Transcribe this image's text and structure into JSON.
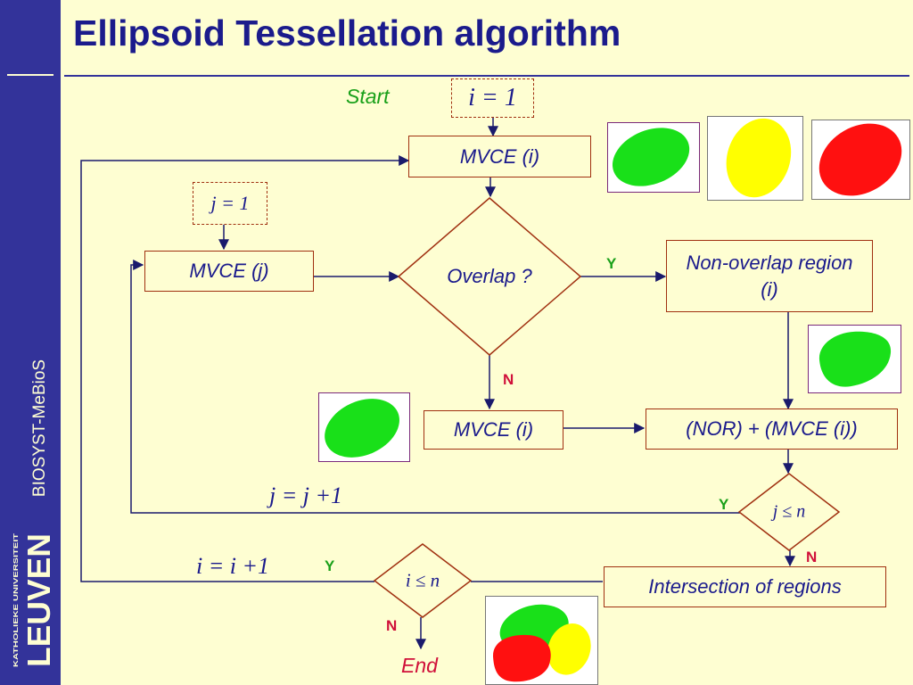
{
  "title": "Ellipsoid Tessellation algorithm",
  "sidebar": {
    "vertical_text": "BIOSYST-MeBioS",
    "logo_text": "LEUVEN",
    "logo_subtext": "KATHOLIEKE UNIVERSITEIT"
  },
  "flow": {
    "start_label": "Start",
    "end_label": "End",
    "init_i": "i = 1",
    "init_j": "j = 1",
    "mvce_i_top": "MVCE (i)",
    "mvce_j": "MVCE (j)",
    "overlap": "Overlap ?",
    "non_overlap": "Non-overlap region (i)",
    "mvce_i_mid": "MVCE (i)",
    "nor_mvce": "(NOR) + (MVCE (i))",
    "j_cond": "j ≤ n",
    "i_cond": "i ≤ n",
    "j_inc": "j = j +1",
    "i_inc": "i = i +1",
    "intersection": "Intersection of regions",
    "y": "Y",
    "n": "N"
  },
  "colors": {
    "sidebar": "#33339a",
    "background": "#fefed2",
    "title": "#1b1b8c",
    "green": "#19a019",
    "red": "#d0103a"
  },
  "thumbnails": [
    "green-ellipse",
    "yellow-ellipse",
    "red-ellipse",
    "green-blob",
    "green-ellipse",
    "overlapping-regions"
  ]
}
